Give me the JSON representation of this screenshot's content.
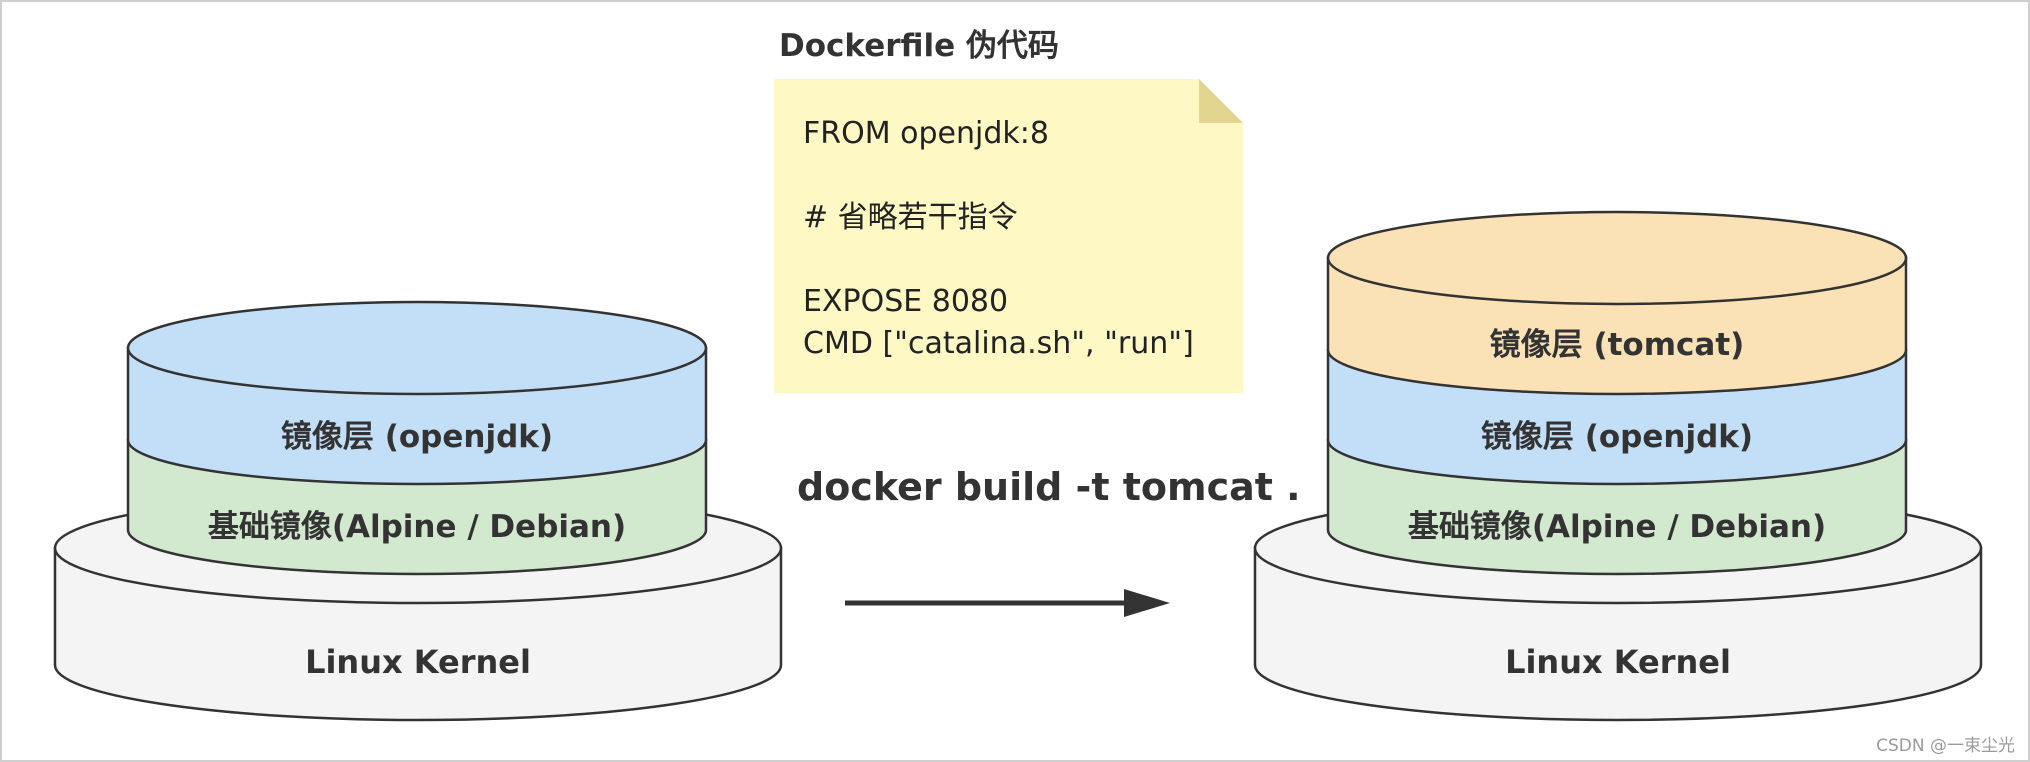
{
  "note": {
    "title": "Dockerfile 伪代码",
    "lines": [
      "FROM openjdk:8",
      "",
      "# 省略若干指令",
      "",
      "EXPOSE 8080",
      "CMD [\"catalina.sh\", \"run\"]"
    ]
  },
  "command": "docker build -t tomcat .",
  "left_stack": {
    "kernel": "Linux Kernel",
    "base": "基础镜像(Alpine / Debian)",
    "jdk": "镜像层 (openjdk)"
  },
  "right_stack": {
    "kernel": "Linux Kernel",
    "base": "基础镜像(Alpine / Debian)",
    "jdk": "镜像层 (openjdk)",
    "tomcat": "镜像层 (tomcat)"
  },
  "watermark": "CSDN @一束尘光",
  "colors": {
    "kernel": "#f4f4f4",
    "base": "#d2e8cf",
    "jdk": "#c3def7",
    "tomcat": "#fbe2b6",
    "note": "#fdf8c4",
    "note_fold": "#e2d590",
    "stroke": "#333333"
  }
}
